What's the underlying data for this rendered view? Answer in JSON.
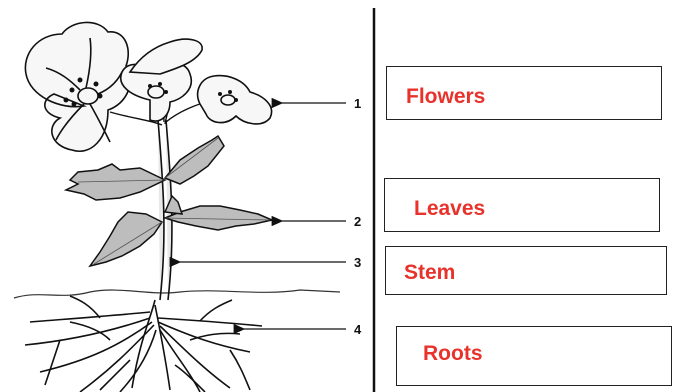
{
  "callouts": [
    {
      "number": "1"
    },
    {
      "number": "2"
    },
    {
      "number": "3"
    },
    {
      "number": "4"
    }
  ],
  "labels": [
    {
      "text": "Flowers"
    },
    {
      "text": "Leaves"
    },
    {
      "text": "Stem"
    },
    {
      "text": "Roots"
    }
  ],
  "colors": {
    "label_text": "#e8322c",
    "ink": "#111111"
  }
}
